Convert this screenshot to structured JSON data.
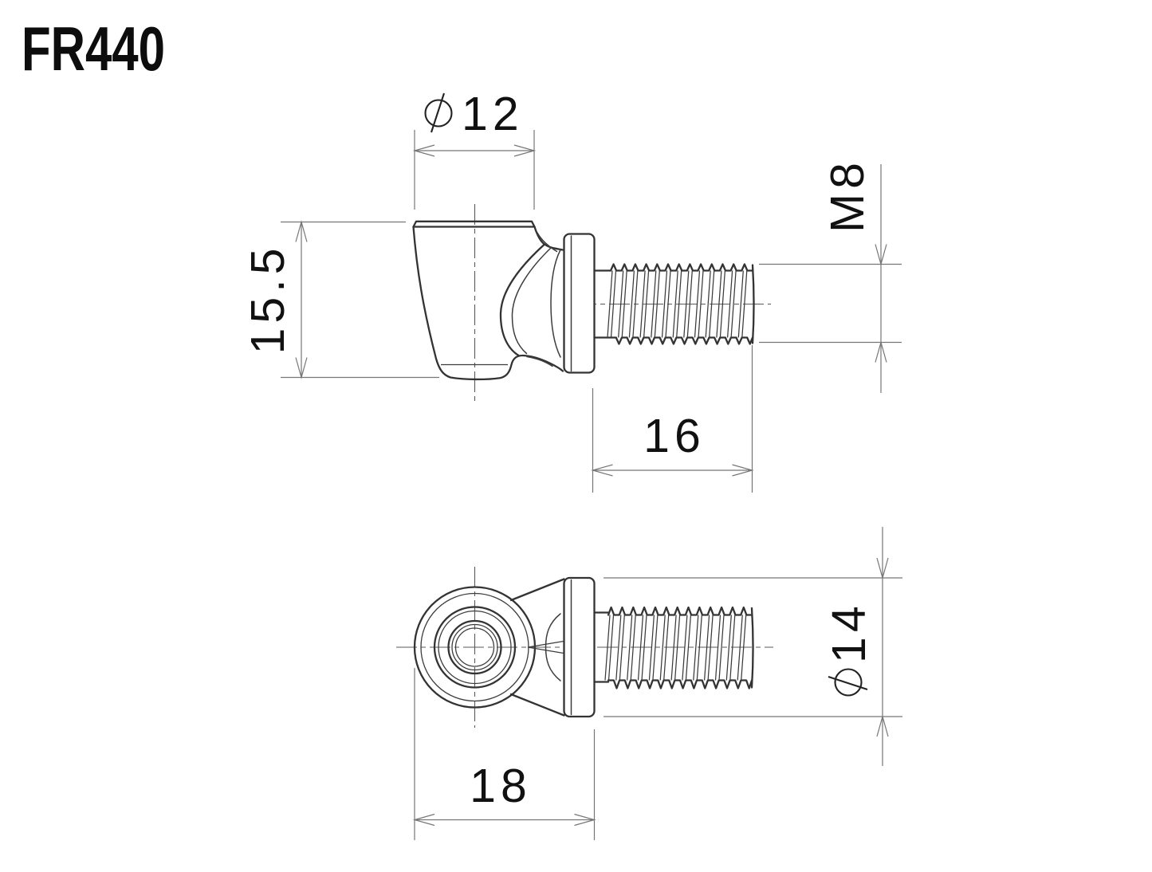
{
  "title": "FR440",
  "colors": {
    "background": "#ffffff",
    "part_line": "#333333",
    "dimension_line": "#767676",
    "text": "#111111"
  },
  "views": {
    "side_view": {
      "dimensions": {
        "mount_diameter": {
          "symbol": "⌀",
          "value": "12"
        },
        "body_height": {
          "value": "15.5"
        },
        "thread_designation": {
          "value": "M8"
        },
        "thread_length": {
          "value": "16"
        }
      }
    },
    "front_view": {
      "dimensions": {
        "flange_diameter": {
          "symbol": "⌀",
          "value": "14"
        },
        "body_width": {
          "value": "18"
        }
      }
    }
  }
}
